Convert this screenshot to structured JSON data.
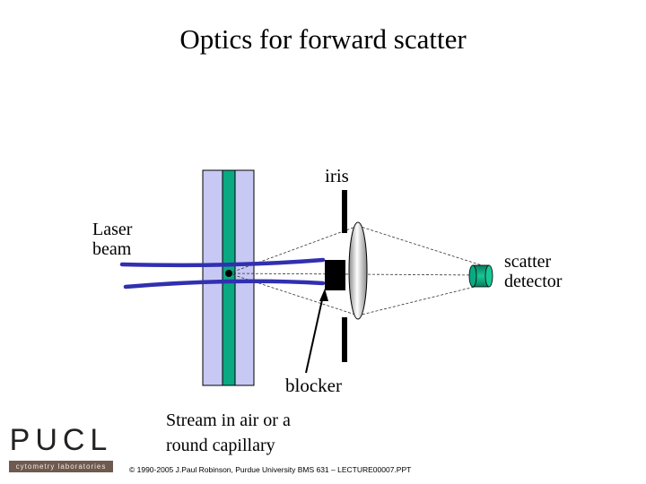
{
  "title": "Optics for forward scatter",
  "labels": {
    "iris": "iris",
    "laser_line1": "Laser",
    "laser_line2": "beam",
    "scatter_line1": "scatter",
    "scatter_line2": "detector",
    "blocker": "blocker",
    "stream_line1": "Stream in air or a",
    "stream_line2": "round capillary"
  },
  "logo": {
    "word": "PUCL",
    "subtitle": "cytometry laboratories"
  },
  "copyright": "© 1990-2005 J.Paul Robinson, Purdue University  BMS 631 – LECTURE00007.PPT",
  "colors": {
    "capillary": "#c8c8f5",
    "stream": "#0aa982",
    "laser_beam": "#3030b0",
    "detector": "#0aa982",
    "blocker": "#000000"
  },
  "icons": [
    "lens-icon",
    "detector-icon",
    "blocker-icon",
    "iris-icon"
  ]
}
